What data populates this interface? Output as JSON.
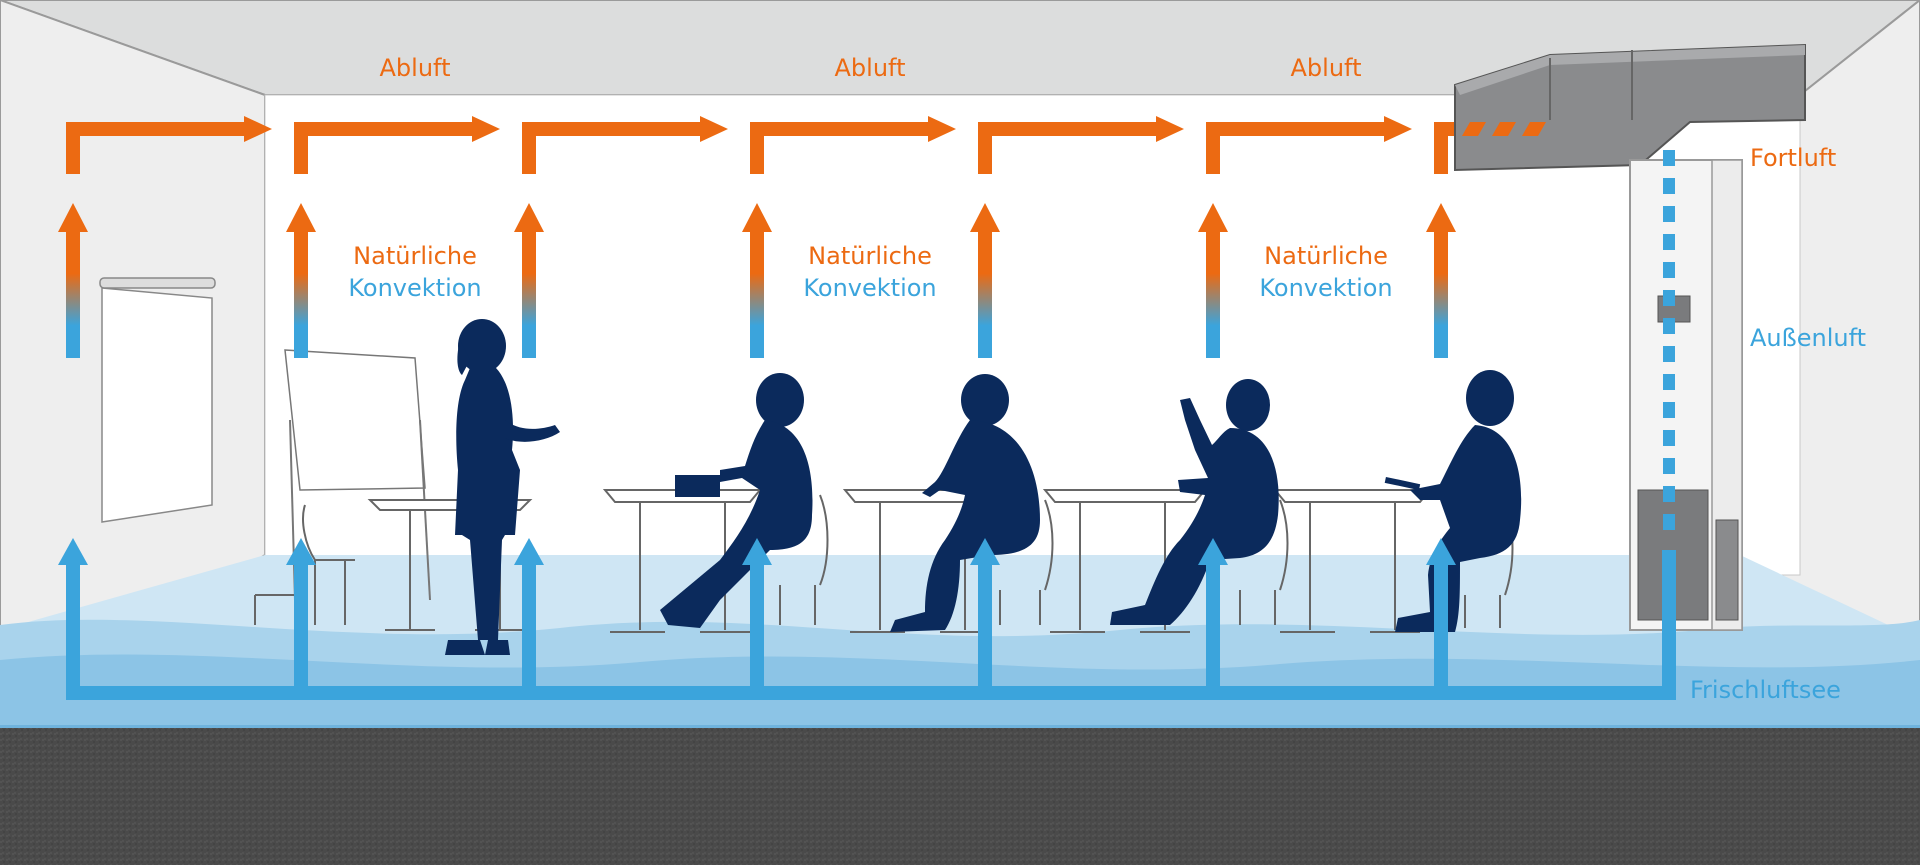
{
  "labels": {
    "abluft_1": "Abluft",
    "abluft_2": "Abluft",
    "abluft_3": "Abluft",
    "convection_1_top": "Natürliche",
    "convection_1_bottom": "Konvektion",
    "convection_2_top": "Natürliche",
    "convection_2_bottom": "Konvektion",
    "convection_3_top": "Natürliche",
    "convection_3_bottom": "Konvektion",
    "fortluft": "Fortluft",
    "aussenluft": "Außenluft",
    "frischluftsee": "Frischluftsee"
  },
  "colors": {
    "exhaust_orange": "#ec6a12",
    "fresh_blue": "#3ba4dc",
    "silhouette_navy": "#0b2a5c",
    "duct_grey": "#8a8b8d",
    "floor_dark": "#4a4a4a",
    "ceiling": "#dcdddd",
    "fresh_pool": "#a9d3ec"
  }
}
